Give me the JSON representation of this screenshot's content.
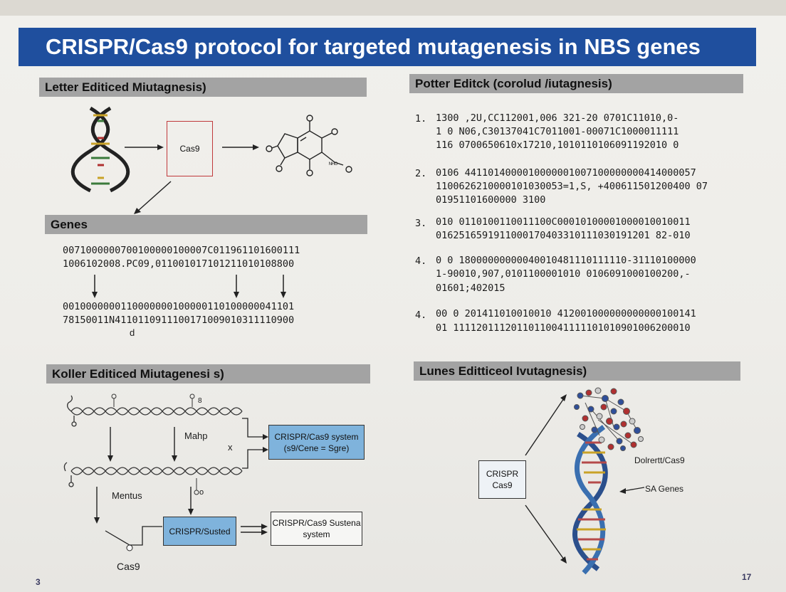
{
  "slide": {
    "title": "CRISPR/Cas9 protocol for targeted mutagenesis in NBS genes",
    "page_left": "3",
    "page_right": "17"
  },
  "letter_section": {
    "heading": "Letter Editiced Miutagnesis)",
    "cas9_label": "Cas9",
    "chem_label": "ᴺᴴᴼ"
  },
  "genes_section": {
    "heading": "Genes",
    "seq_top": [
      "0071000000700100000100007C011961101600111",
      "1006102008.PC09,011001017101211010108800"
    ],
    "seq_bottom": [
      "0010000000110000000100000110100000041101",
      "78150011N4110110911100171009010311110900"
    ],
    "tail_mark": "d"
  },
  "potter_section": {
    "heading": "Potter Editck (corolud /iutagnesis)",
    "items": [
      {
        "num": "1.",
        "lines": [
          "1300 ,2U,CC112001,006 321-20 0701C11010,0-",
          "1 0 N06,C30137041C7011001-00071C1000011111",
          "116 0700650610x17210,1010110106091192010 0"
        ]
      },
      {
        "num": "2.",
        "lines": [
          "0106 4411014000010000001007100000000414000057",
          "1100626210000101030053=1,S, +400611501200400 07",
          "01951101600000 3100"
        ]
      },
      {
        "num": "3.",
        "lines": [
          "010 0110100110011100C00010100001000010010011",
          "0162516591911000170403310111030191201 82-010"
        ]
      },
      {
        "num": "4.",
        "lines": [
          "0 0 18000000000040010481110111110-31110100000",
          "1-90010,907,0101100001010 0106091000100200,-",
          "01601;402015"
        ]
      },
      {
        "num": "4.",
        "lines": [
          "00 0 201411010010010 412001000000000000100141",
          "01 11112011120110110041111101010901006200010"
        ]
      }
    ]
  },
  "koller_section": {
    "heading": "Koller Editiced Miutagenesi s)",
    "crispr_system_box": [
      "CRISPR/Cas9 system",
      "(s9/Cene = Sgre)"
    ],
    "crispr_sustem_box": "CRISPR/Susted",
    "crispr_sustena_box": [
      "CRISPR/Cas9 Sustena",
      "system"
    ],
    "label_mahp": "Mahp",
    "label_mentus": "Mentus",
    "label_cas9": "Cas9",
    "label_x": "x",
    "label_8": "8",
    "label_o": "o"
  },
  "lunes_section": {
    "heading": "Lunes Editticeol Ivutagnesis)",
    "crispr_box": [
      "CRISPR",
      "Cas9"
    ],
    "label_dolrertt": "Dolrertt/Cas9",
    "label_genes": "SA Genes"
  },
  "colors": {
    "title_bar": "#1f4f9e",
    "section_head": "#a3a3a3",
    "accent_box": "#7fb3dc",
    "red_box": "#c0393b"
  }
}
